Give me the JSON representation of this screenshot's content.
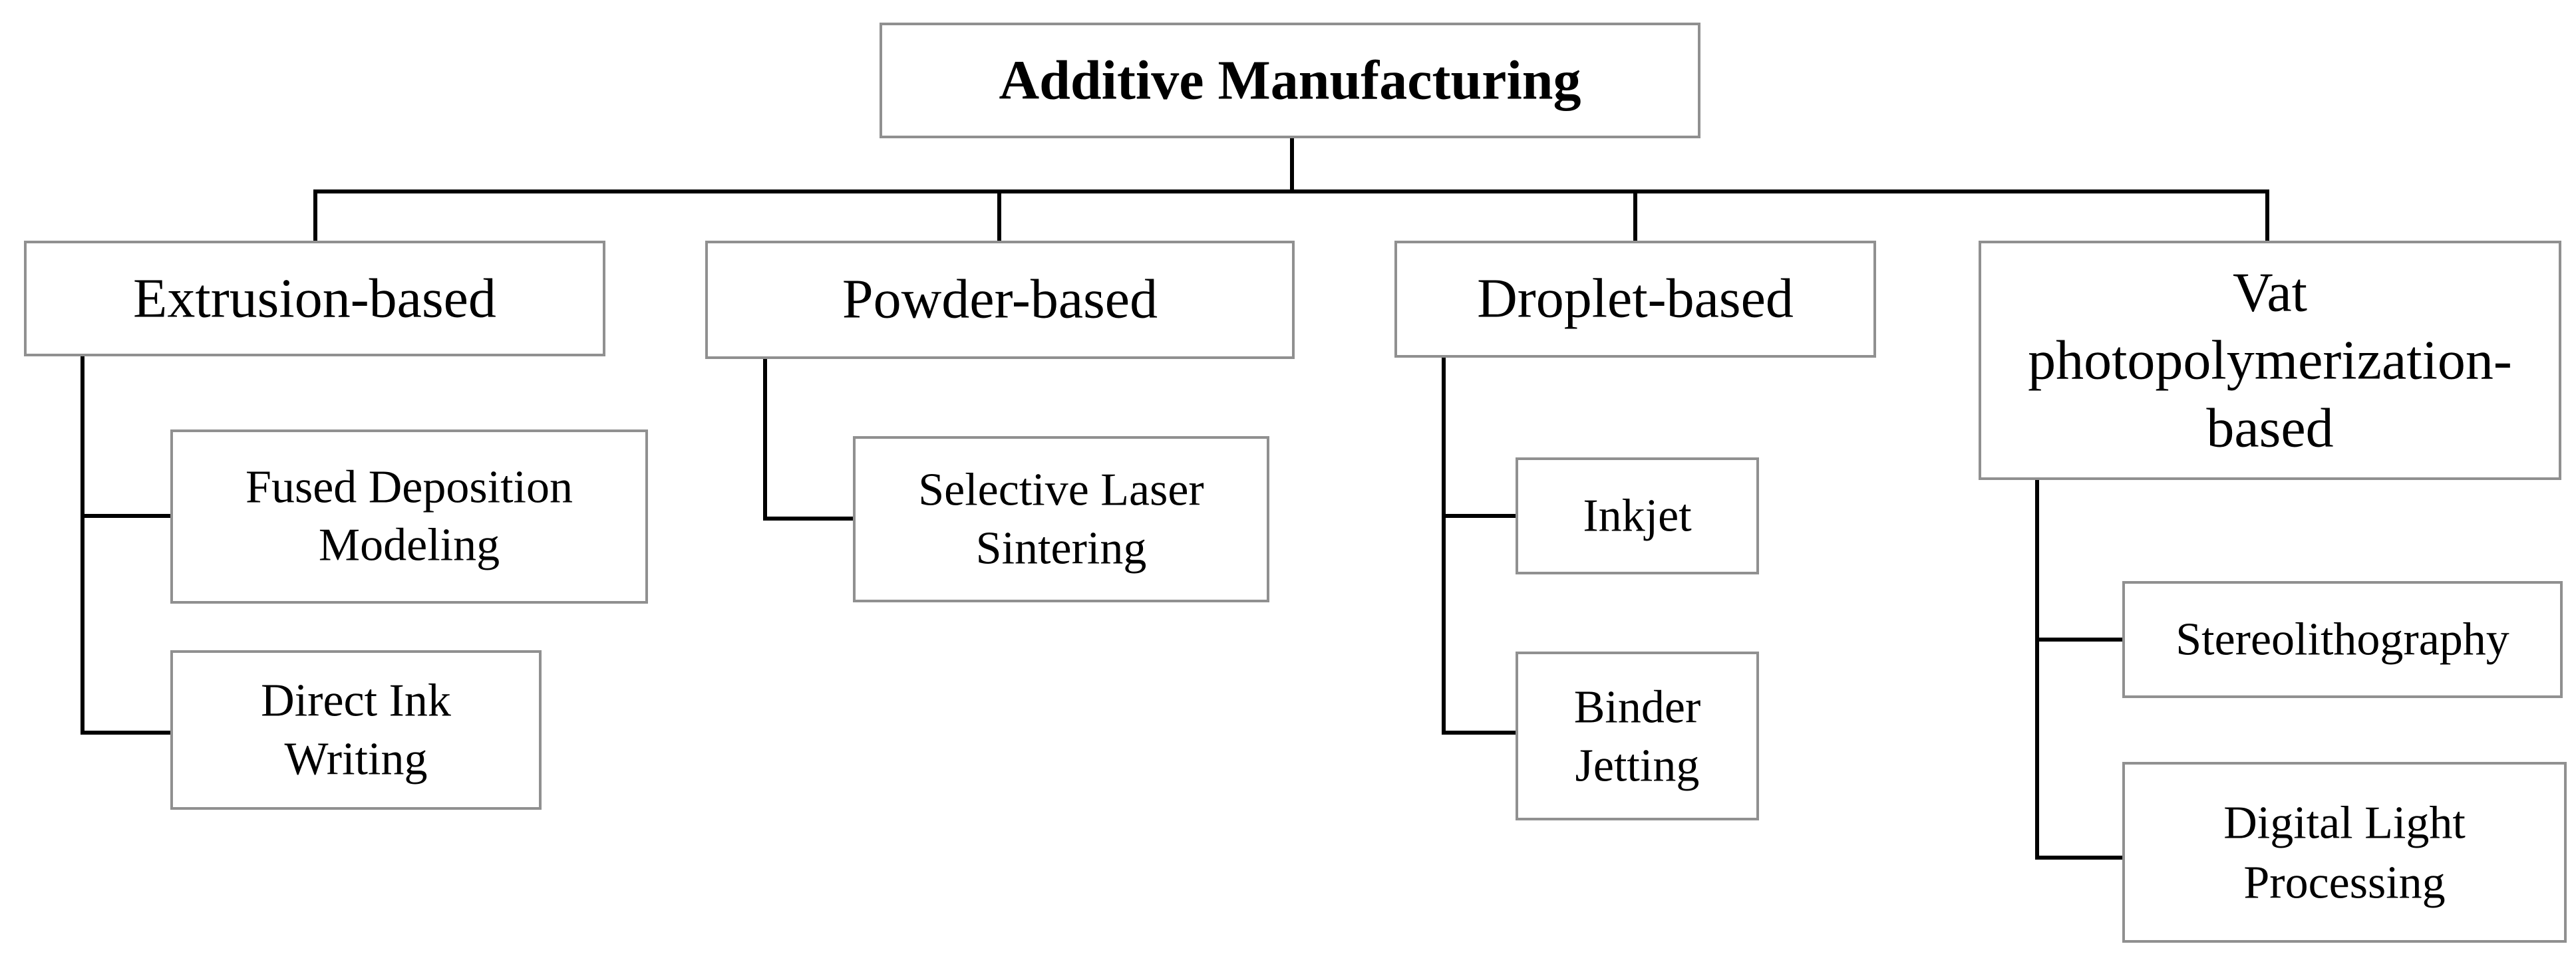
{
  "root": {
    "label": "Additive Manufacturing"
  },
  "categories": [
    {
      "label": [
        "Extrusion-based"
      ],
      "children": [
        {
          "label": [
            "Fused Deposition",
            "Modeling"
          ]
        },
        {
          "label": [
            "Direct Ink",
            "Writing"
          ]
        }
      ]
    },
    {
      "label": [
        "Powder-based"
      ],
      "children": [
        {
          "label": [
            "Selective Laser",
            "Sintering"
          ]
        }
      ]
    },
    {
      "label": [
        "Droplet-based"
      ],
      "children": [
        {
          "label": [
            "Inkjet"
          ]
        },
        {
          "label": [
            "Binder",
            "Jetting"
          ]
        }
      ]
    },
    {
      "label": [
        "Vat",
        "photopolymerization-",
        "based"
      ],
      "children": [
        {
          "label": [
            "Stereolithography"
          ]
        },
        {
          "label": [
            "Digital Light",
            "Processing"
          ]
        }
      ]
    }
  ]
}
